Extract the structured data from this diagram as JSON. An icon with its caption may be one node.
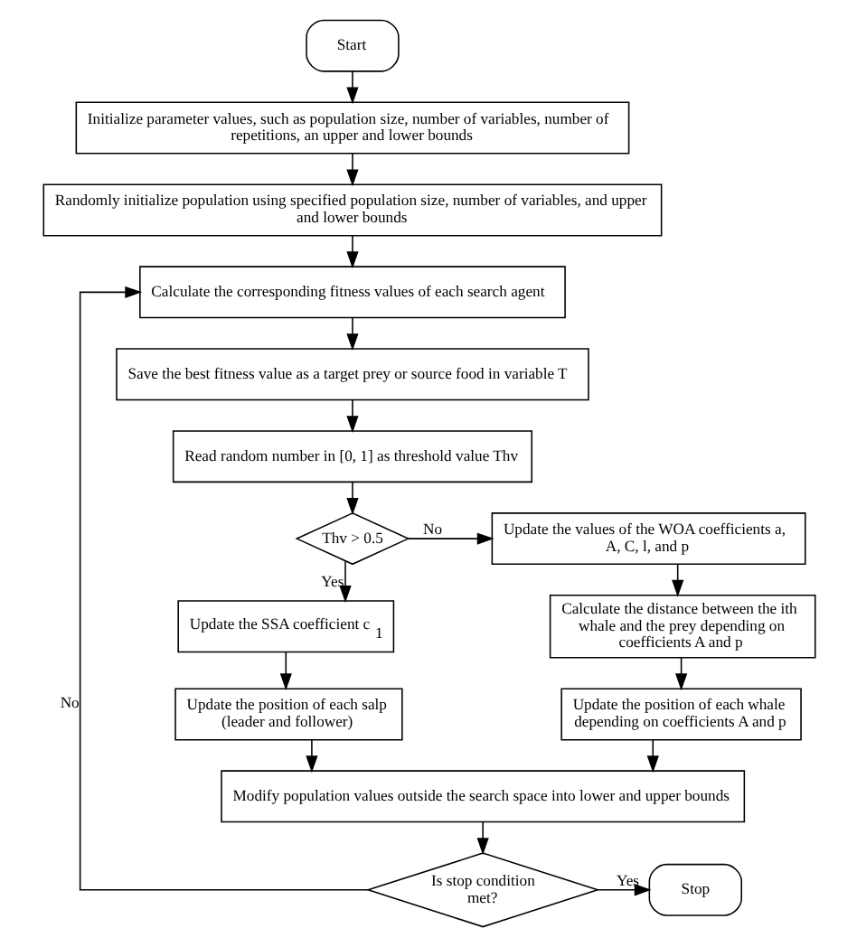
{
  "diagram": {
    "nodes": [
      {
        "text": [
          "Start"
        ]
      },
      {
        "text": [
          "Initialize parameter values, such as population size, number of variables, number of repetitions, an upper and lower bounds"
        ]
      },
      {
        "text": [
          "Randomly initialize population using specified population size, number of variables, and upper and lower bounds"
        ]
      },
      {
        "text": [
          "Calculate the corresponding fitness values of each search agent"
        ]
      },
      {
        "text": [
          "Save the best fitness value as a target prey or source food in variable T"
        ]
      },
      {
        "text": [
          "Read random number in [0, 1] as threshold value Thv"
        ]
      },
      {
        "text": [
          "Thv > 0.5"
        ]
      },
      {
        "text": [
          "Update the values of the WOA coefficients a, A, C, l, and p"
        ]
      },
      {
        "text": [
          "Update the SSA coefficient c$_{1}$"
        ]
      },
      {
        "text": [
          "Calculate the distance between the ith whale and the prey depending on coefficients A and p"
        ]
      },
      {
        "text": [
          "Update the position of each salp (leader and follower)"
        ]
      },
      {
        "text": [
          "Update the position of each whale depending on coefficients A and p"
        ]
      },
      {
        "text": [
          "Modify population values outside the search space into lower and upper bounds"
        ]
      },
      {
        "text": [
          "Is stop condition met?"
        ]
      },
      {
        "text": [
          "Stop"
        ]
      }
    ],
    "edges": [
      {
        "from": 0,
        "to": 1,
        "arrow": "to"
      },
      {
        "from": 1,
        "to": 2,
        "arrow": "to"
      },
      {
        "from": 2,
        "to": 3,
        "arrow": "to"
      },
      {
        "from": 3,
        "to": 4,
        "arrow": "to"
      },
      {
        "from": 4,
        "to": 5,
        "arrow": "to"
      },
      {
        "from": 5,
        "to": 6,
        "arrow": "to"
      },
      {
        "from": 6,
        "to": 8,
        "arrow": "to",
        "label": "Yes"
      },
      {
        "from": 6,
        "to": 7,
        "arrow": "to",
        "label": "No"
      },
      {
        "from": 7,
        "to": 9,
        "arrow": "to"
      },
      {
        "from": 9,
        "to": 11,
        "arrow": "to"
      },
      {
        "from": 8,
        "to": 10,
        "arrow": "to"
      },
      {
        "from": 10,
        "to": 12,
        "arrow": "to"
      },
      {
        "from": 11,
        "to": 12,
        "arrow": "to"
      },
      {
        "from": 12,
        "to": 13,
        "arrow": "to"
      },
      {
        "from": 13,
        "to": 14,
        "arrow": "to",
        "label": "Yes"
      },
      {
        "from": 13,
        "to": 3,
        "arrow": "to",
        "label": "No"
      }
    ]
  }
}
